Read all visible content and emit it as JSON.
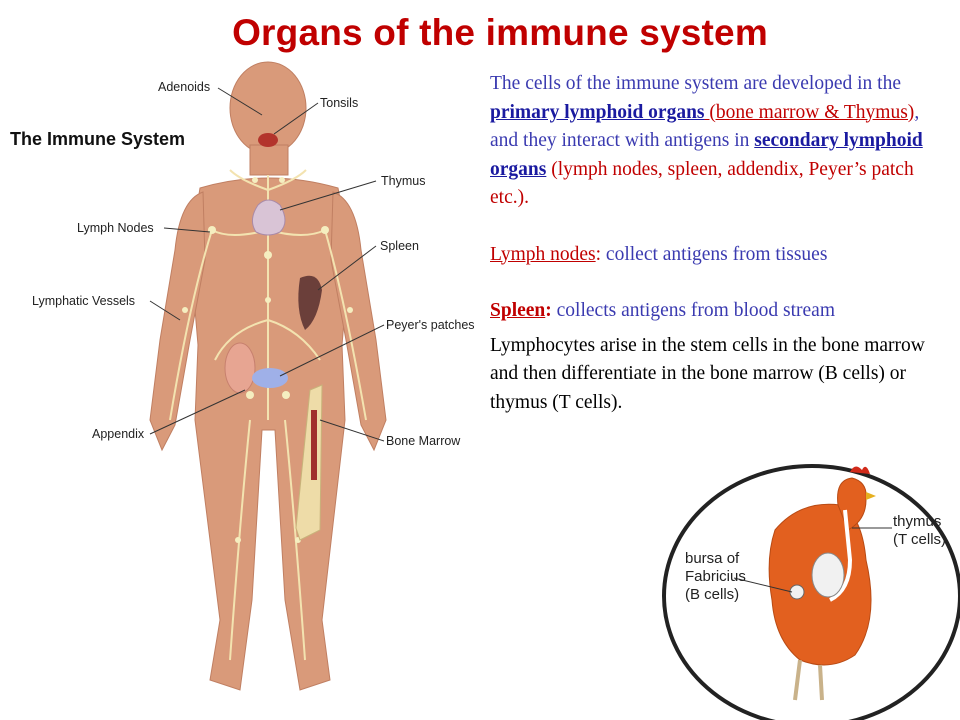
{
  "title": "Organs of the immune system",
  "diagram": {
    "heading": "The Immune System",
    "labels": {
      "adenoids": "Adenoids",
      "tonsils": "Tonsils",
      "thymus": "Thymus",
      "lymph_nodes": "Lymph Nodes",
      "spleen": "Spleen",
      "lymphatic_vessels": "Lymphatic Vessels",
      "peyers_patches": "Peyer's patches",
      "appendix": "Appendix",
      "bone_marrow": "Bone Marrow"
    }
  },
  "text": {
    "p1_a": "The cells of the immune system are developed in the ",
    "p1_primary": "primary lymphoid organs",
    "p1_paren": " (bone marrow & Thymus)",
    "p1_b": ", and they interact with antigens in ",
    "p1_secondary": "secondary lymphoid organs",
    "p1_c": " (lymph nodes, spleen, addendix, Peyer’s patch etc.).",
    "ln_label": "Lymph nodes",
    "ln_colon": ":",
    "ln_text": " collect antigens from tissues",
    "sp_label": "Spleen",
    "sp_colon": ":",
    "sp_text": " collects antigens from blood stream",
    "p_last": "Lymphocytes arise in the stem cells in the bone marrow and then differentiate in the bone marrow (B cells) or thymus (T cells)."
  },
  "chicken": {
    "bursa_line1": "bursa of",
    "bursa_line2": "Fabricius",
    "bursa_line3": "(B cells)",
    "thymus_line1": "thymus",
    "thymus_line2": "(T cells)"
  }
}
